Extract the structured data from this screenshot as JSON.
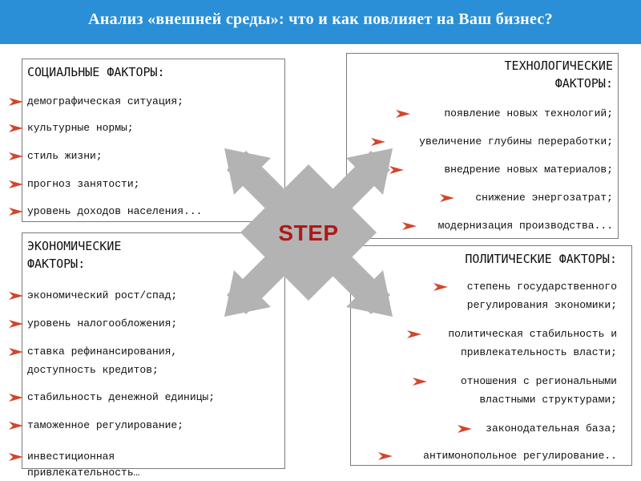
{
  "title": "Анализ «внешней среды»: что и как повлияет на Ваш бизнес?",
  "center_label": "STEP",
  "colors": {
    "header": "#2a8fd6",
    "arrow": "#b3b3b3",
    "step": "#b01818",
    "bullet": "#d2462c"
  },
  "social": {
    "title": "СОЦИАЛЬНЫЕ ФАКТОРЫ:",
    "items": [
      "демографическая   ситуация;",
      "культурные нормы;",
      "стиль жизни;",
      "прогноз занятости;",
      "уровень доходов населения..."
    ]
  },
  "tech": {
    "title_1": "ТЕХНОЛОГИЧЕСКИЕ",
    "title_2": "ФАКТОРЫ:",
    "items": [
      "появление новых технологий;",
      "увеличение глубины переработки;",
      "внедрение новых материалов;",
      "снижение энергозатрат;",
      "модернизация производства..."
    ]
  },
  "econ": {
    "title_1": "ЭКОНОМИЧЕСКИЕ",
    "title_2": "ФАКТОРЫ:",
    "items": [
      "экономический рост/спад;",
      "уровень налогообложения;",
      "ставка рефинансирования,",
      "доступность кредитов;",
      "стабильность денежной единицы;",
      "таможенное регулирование;",
      "инвестиционная",
      "привлекательность…"
    ]
  },
  "pol": {
    "title": "ПОЛИТИЧЕСКИЕ ФАКТОРЫ:",
    "items": [
      "степень государственного",
      "регулирования экономики;",
      "политическая стабильность и",
      "привлекательность власти;",
      "отношения с региональными",
      "властными структурами;",
      "законодательная база;",
      "антимонопольное регулирование.."
    ]
  }
}
